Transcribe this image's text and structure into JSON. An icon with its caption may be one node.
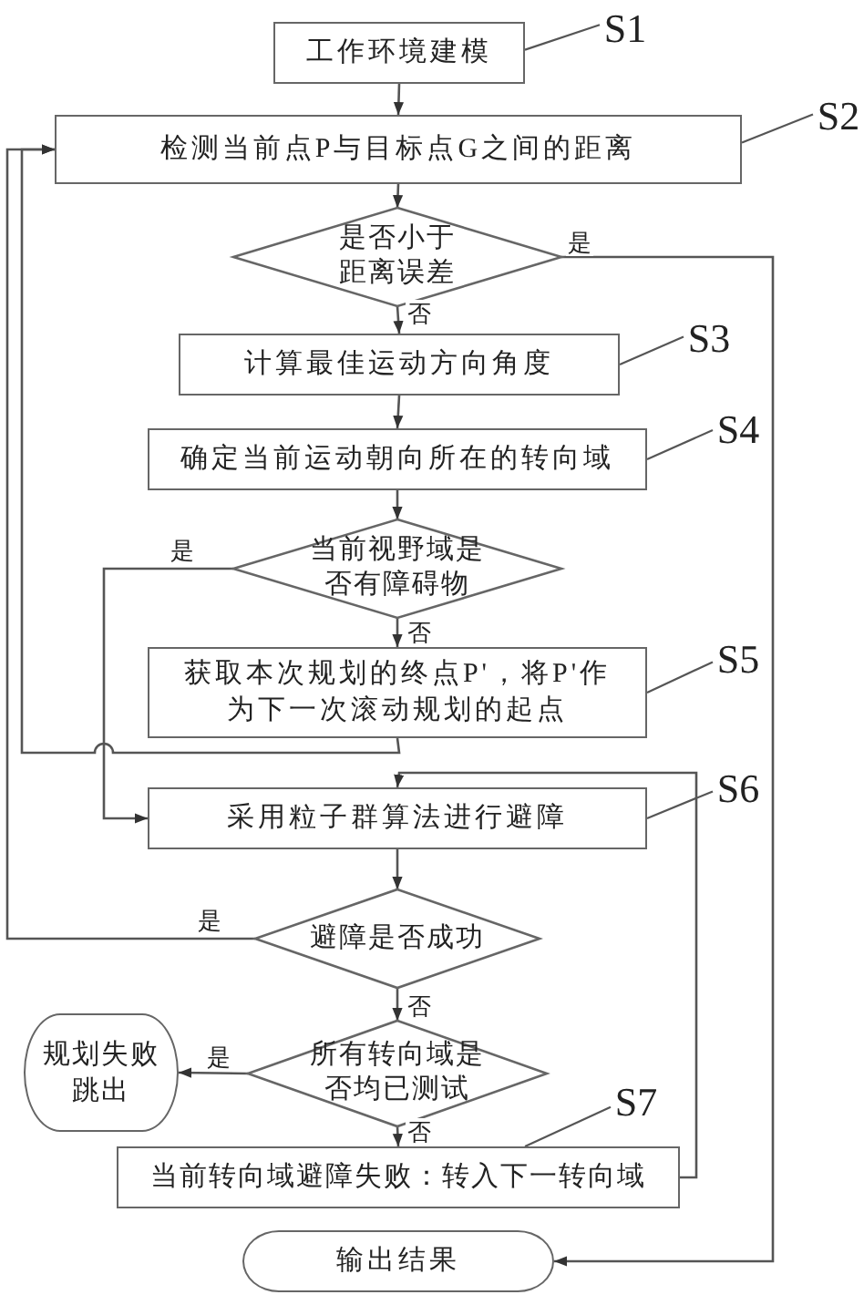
{
  "diagram": {
    "nodes": [
      {
        "text": [
          "工作环境建模"
        ]
      },
      {
        "text": [
          "检测当前点P与目标点G之间的距离"
        ]
      },
      {
        "text": [
          "是否小于距离误差"
        ]
      },
      {
        "text": [
          "计算最佳运动方向角度"
        ]
      },
      {
        "text": [
          "确定当前运动朝向所在的转向域"
        ]
      },
      {
        "text": [
          "当前视野域是否有障碍物"
        ]
      },
      {
        "text": [
          "获取本次规划的终点P'，将P'作为下一次滚动规划的起点"
        ]
      },
      {
        "text": [
          "采用粒子群算法进行避障"
        ]
      },
      {
        "text": [
          "避障是否成功"
        ]
      },
      {
        "text": [
          "所有转向域是否均已测试"
        ]
      },
      {
        "text": [
          "规划失败跳出"
        ]
      },
      {
        "text": [
          "当前转向域避障失败：转入下一转向域"
        ]
      },
      {
        "text": [
          "输出结果"
        ]
      },
      {
        "text": [
          "S1"
        ]
      },
      {
        "text": [
          "S2"
        ]
      },
      {
        "text": [
          "S3"
        ]
      },
      {
        "text": [
          "S4"
        ]
      },
      {
        "text": [
          "S5"
        ]
      },
      {
        "text": [
          "S6"
        ]
      },
      {
        "text": [
          "S7"
        ]
      }
    ],
    "edges": [
      {
        "from": 0,
        "to": 1,
        "arrow": "to"
      },
      {
        "from": 1,
        "to": 2,
        "arrow": "to"
      },
      {
        "from": 2,
        "to": 3,
        "arrow": "to",
        "label": "否"
      },
      {
        "from": 2,
        "to": 12,
        "arrow": "to",
        "label": "是"
      },
      {
        "from": 3,
        "to": 4,
        "arrow": "to"
      },
      {
        "from": 4,
        "to": 5,
        "arrow": "to"
      },
      {
        "from": 5,
        "to": 6,
        "arrow": "to",
        "label": "否"
      },
      {
        "from": 6,
        "to": 1,
        "arrow": "to"
      },
      {
        "from": 5,
        "to": 7,
        "arrow": "to",
        "label": "是"
      },
      {
        "from": 7,
        "to": 8,
        "arrow": "to"
      },
      {
        "from": 8,
        "to": 1,
        "arrow": "to",
        "label": "是"
      },
      {
        "from": 8,
        "to": 9,
        "arrow": "to",
        "label": "否"
      },
      {
        "from": 9,
        "to": 10,
        "arrow": "to",
        "label": "是"
      },
      {
        "from": 9,
        "to": 11,
        "arrow": "to",
        "label": "否"
      },
      {
        "from": 11,
        "to": 7,
        "arrow": "to"
      },
      {
        "from": 0,
        "to": 13,
        "arrow": "none"
      },
      {
        "from": 1,
        "to": 14,
        "arrow": "none"
      },
      {
        "from": 3,
        "to": 15,
        "arrow": "none"
      },
      {
        "from": 4,
        "to": 16,
        "arrow": "none"
      },
      {
        "from": 6,
        "to": 17,
        "arrow": "none"
      },
      {
        "from": 7,
        "to": 18,
        "arrow": "none"
      },
      {
        "from": 11,
        "to": 19,
        "arrow": "none"
      }
    ]
  }
}
